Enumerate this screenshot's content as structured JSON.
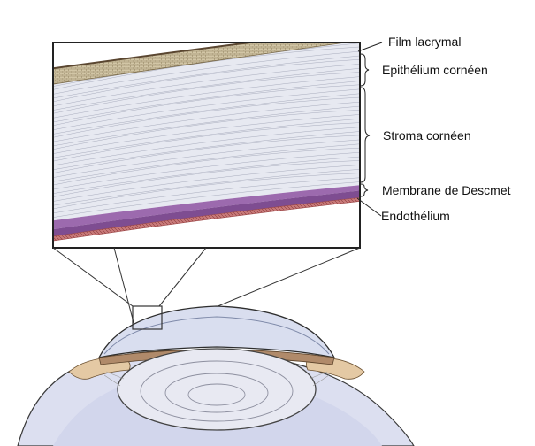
{
  "labels": {
    "film_lacrymal": "Film lacrymal",
    "epithelium": "Epithélium cornéen",
    "stroma": "Stroma cornéen",
    "descmet": "Membrane de Descmet",
    "endothelium": "Endothélium"
  },
  "colors": {
    "epithelium": "#cbbd9a",
    "stroma": "#e6e8f1",
    "descmet": "#8c5a9e",
    "endothelium": "#c46f6f",
    "sclera": "#d9dcef",
    "outline": "#333333"
  }
}
